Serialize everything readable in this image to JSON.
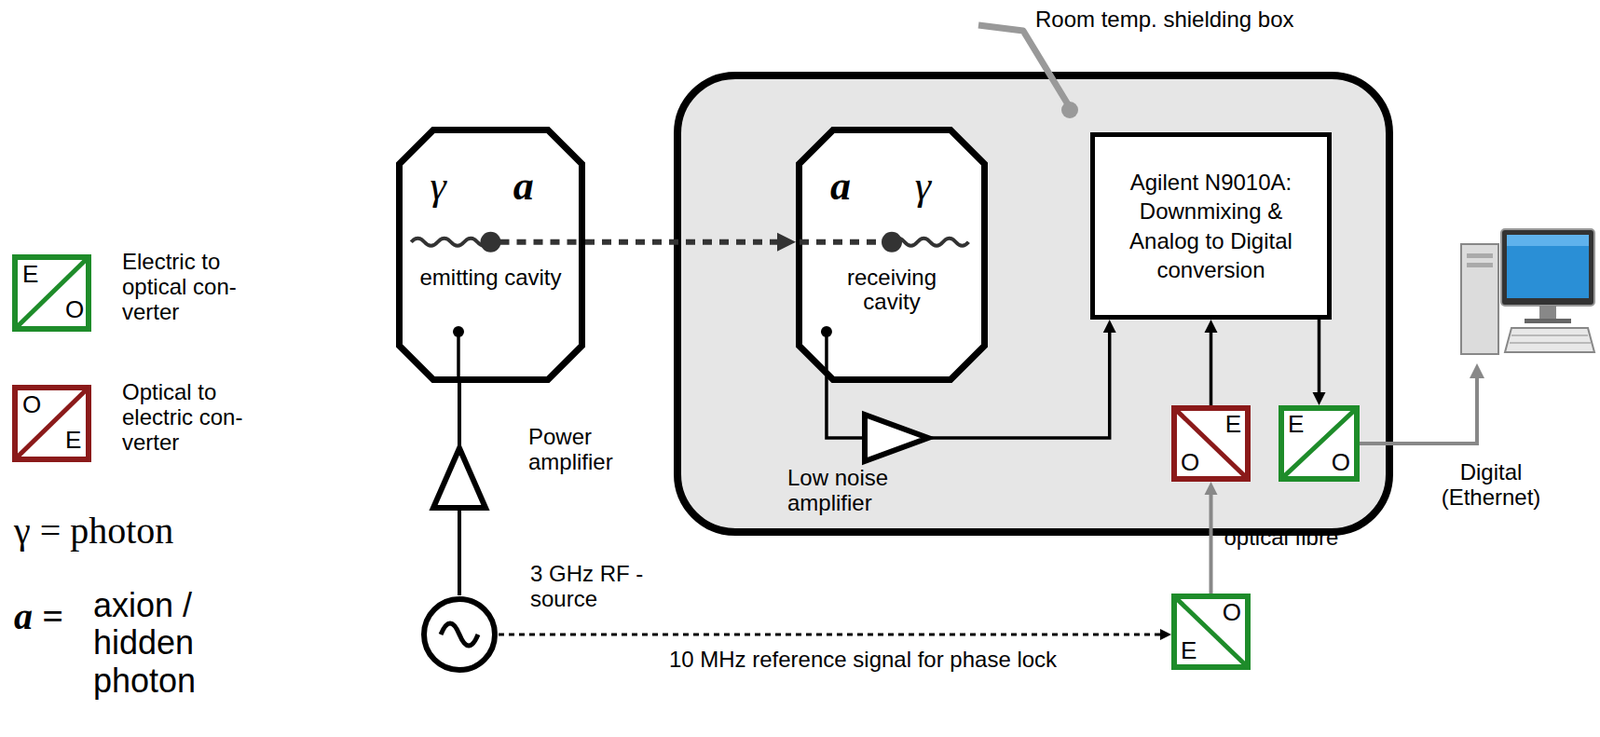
{
  "diagram": {
    "nodes": [
      {
        "text": [
          "γ",
          "a",
          "emitting cavity"
        ]
      },
      {
        "text": [
          "Room temp. shielding box"
        ]
      },
      {
        "text": [
          "a",
          "γ",
          "receiving cavity"
        ],
        "in": 1
      },
      {
        "text": [
          "Agilent N9010A: Downmixing & Analog to Digital conversion"
        ],
        "in": 1
      },
      {
        "text": [
          "Low noise amplifier"
        ],
        "in": 1
      },
      {
        "text": [
          "O",
          "E"
        ],
        "in": 1
      },
      {
        "text": [
          "E",
          "O"
        ],
        "in": 1
      },
      {
        "text": [
          "Power amplifier"
        ]
      },
      {
        "text": [
          "3 GHz RF - source"
        ]
      },
      {
        "text": [
          "E",
          "O"
        ]
      }
    ],
    "edges": [
      {
        "from": 0,
        "to": 2,
        "arrow": "to"
      },
      {
        "from": 8,
        "to": 7,
        "arrow": "none"
      },
      {
        "from": 7,
        "to": 0,
        "arrow": "none"
      },
      {
        "from": 2,
        "to": 4,
        "arrow": "none"
      },
      {
        "from": 4,
        "to": 3,
        "arrow": "to"
      },
      {
        "from": 5,
        "to": 3,
        "arrow": "to"
      },
      {
        "from": 3,
        "to": 6,
        "arrow": "to"
      },
      {
        "from": 8,
        "to": 9,
        "label": "10 MHz reference signal for phase lock",
        "arrow": "to"
      },
      {
        "from": 9,
        "to": 5,
        "label": "optical fibre",
        "arrow": "to"
      }
    ],
    "labels": [
      "Digital (Ethernet)",
      "E",
      "O",
      "O",
      "E",
      "γ = photon",
      "a =",
      "axion / hidden photon"
    ],
    "legend": [
      {
        "text": "Electric to optical con- verter"
      },
      {
        "text": "Optical to electric con- verter"
      }
    ]
  }
}
